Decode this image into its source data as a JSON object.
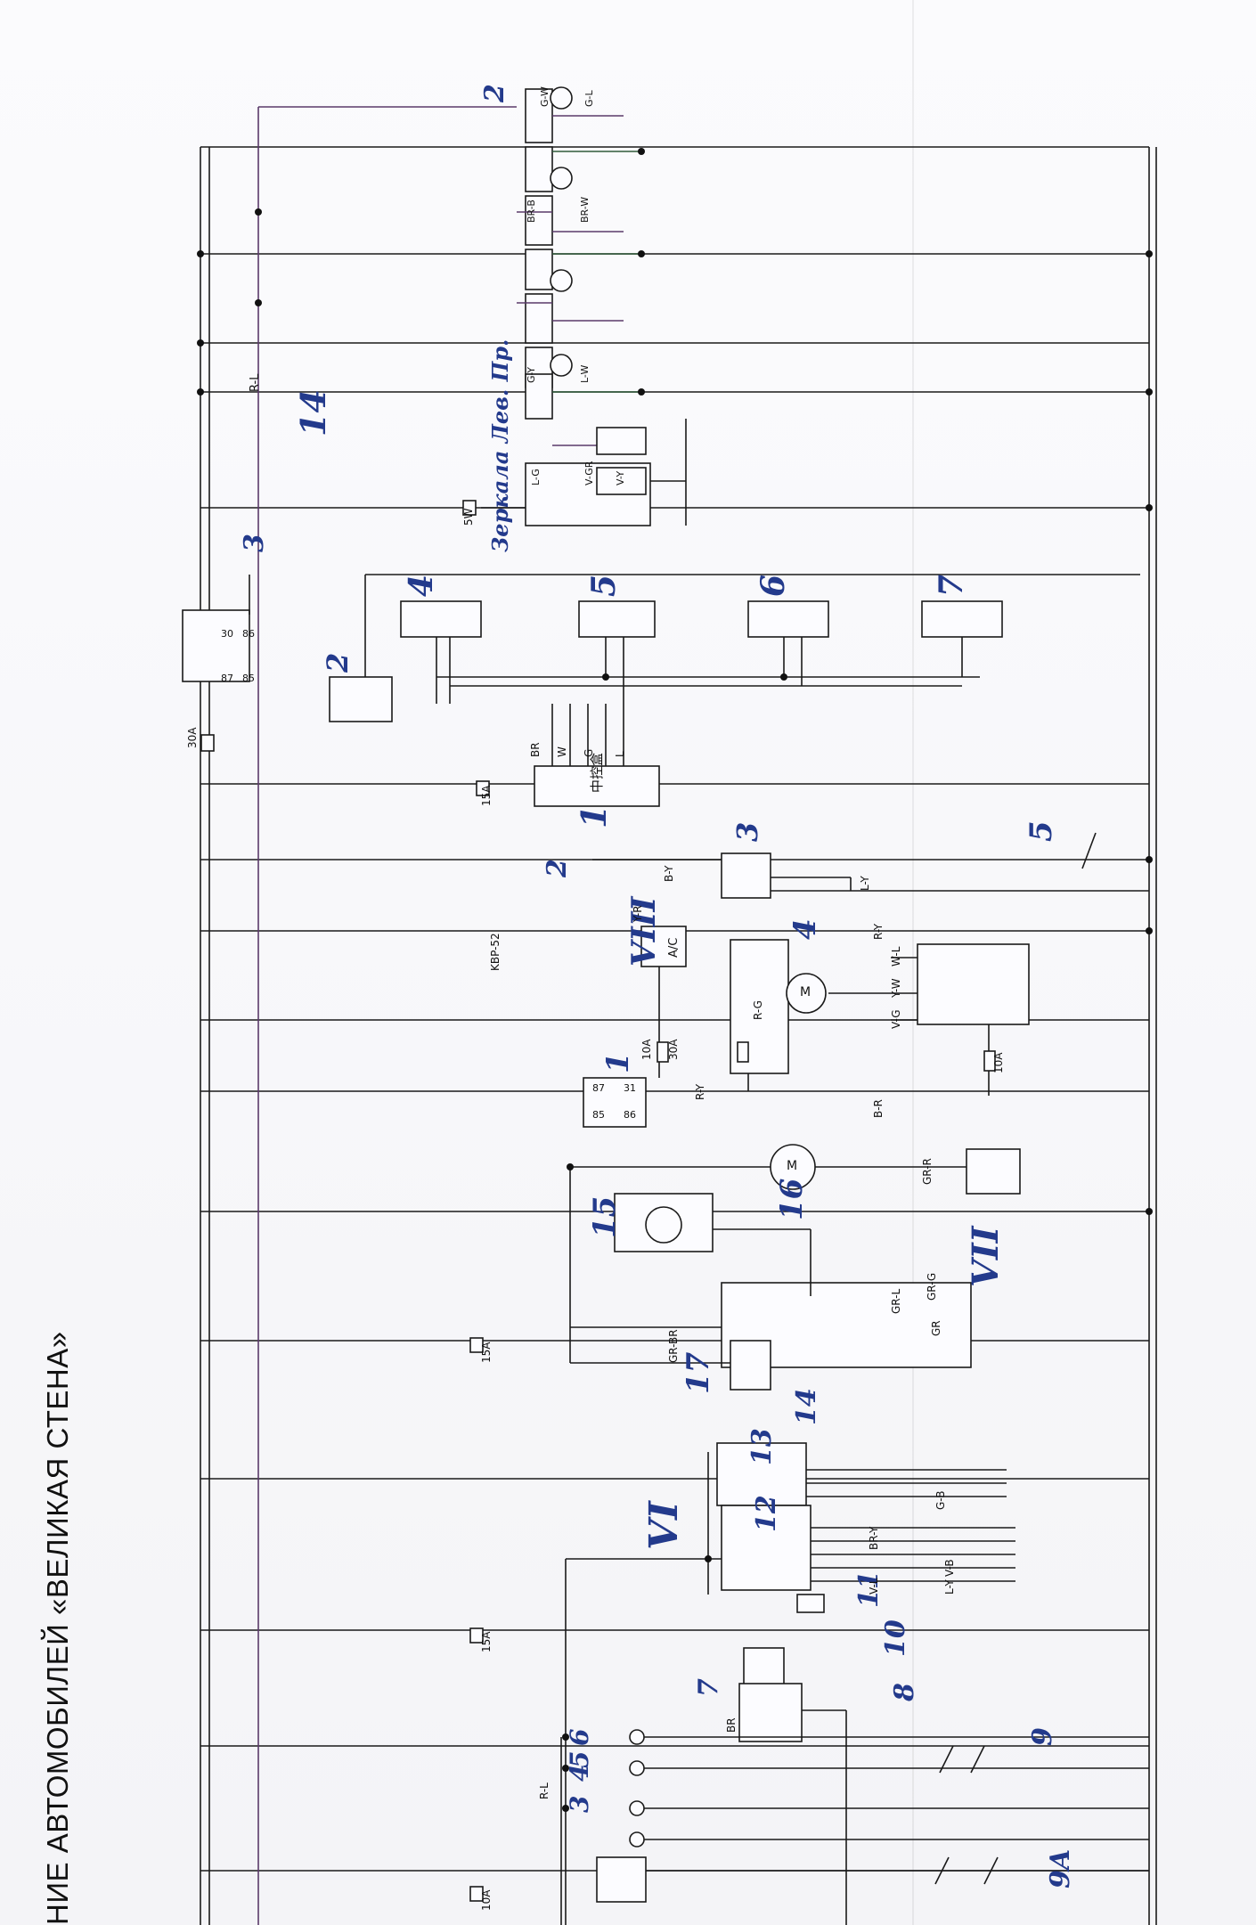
{
  "page": {
    "title_fragment": "НИЕ АВТОМОБИЛЕЙ «ВЕЛИКАЯ СТЕНА»"
  },
  "handwritten_labels": [
    "14",
    "3",
    "4",
    "5",
    "6",
    "7",
    "2",
    "1",
    "2",
    "3",
    "4",
    "5",
    "1",
    "VIII",
    "15",
    "16",
    "17",
    "VII",
    "13",
    "14",
    "VI",
    "12",
    "11",
    "10",
    "7",
    "8",
    "9",
    "9A",
    "3",
    "4",
    "5",
    "6",
    "2"
  ],
  "fuses": [
    "30A",
    "15A",
    "10A",
    "30A",
    "10A",
    "15A",
    "15A",
    "10A",
    "5W"
  ],
  "relay_pins": [
    "30",
    "87",
    "85",
    "86",
    "87",
    "31",
    "85",
    "86"
  ],
  "wire_codes": [
    "R-L",
    "BR",
    "W",
    "G",
    "L",
    "Y-R",
    "B-Y",
    "L-Y",
    "R-Y",
    "R-G",
    "W-L",
    "Y-W",
    "V-G",
    "R-Y",
    "B-R",
    "GR-R",
    "GR-BR",
    "GR-L",
    "GR",
    "GR-G",
    "G-B",
    "BR-Y",
    "V-L",
    "V-B",
    "L-Y",
    "R-L",
    "BR",
    "G-W",
    "G-L",
    "BR-B",
    "BR-W",
    "G-Y",
    "L-W",
    "L-G",
    "V-GR",
    "V-Y"
  ],
  "component_text": {
    "central_box": "中控盒",
    "ac": "A/C",
    "mirror_switch_note": "Зеркала Лев. Пр.",
    "kbr": "KBP-52",
    "motor": "M"
  },
  "mirror_switch": {
    "handwritten": [
      "Зеркала",
      "Лев.",
      "Пр."
    ]
  }
}
